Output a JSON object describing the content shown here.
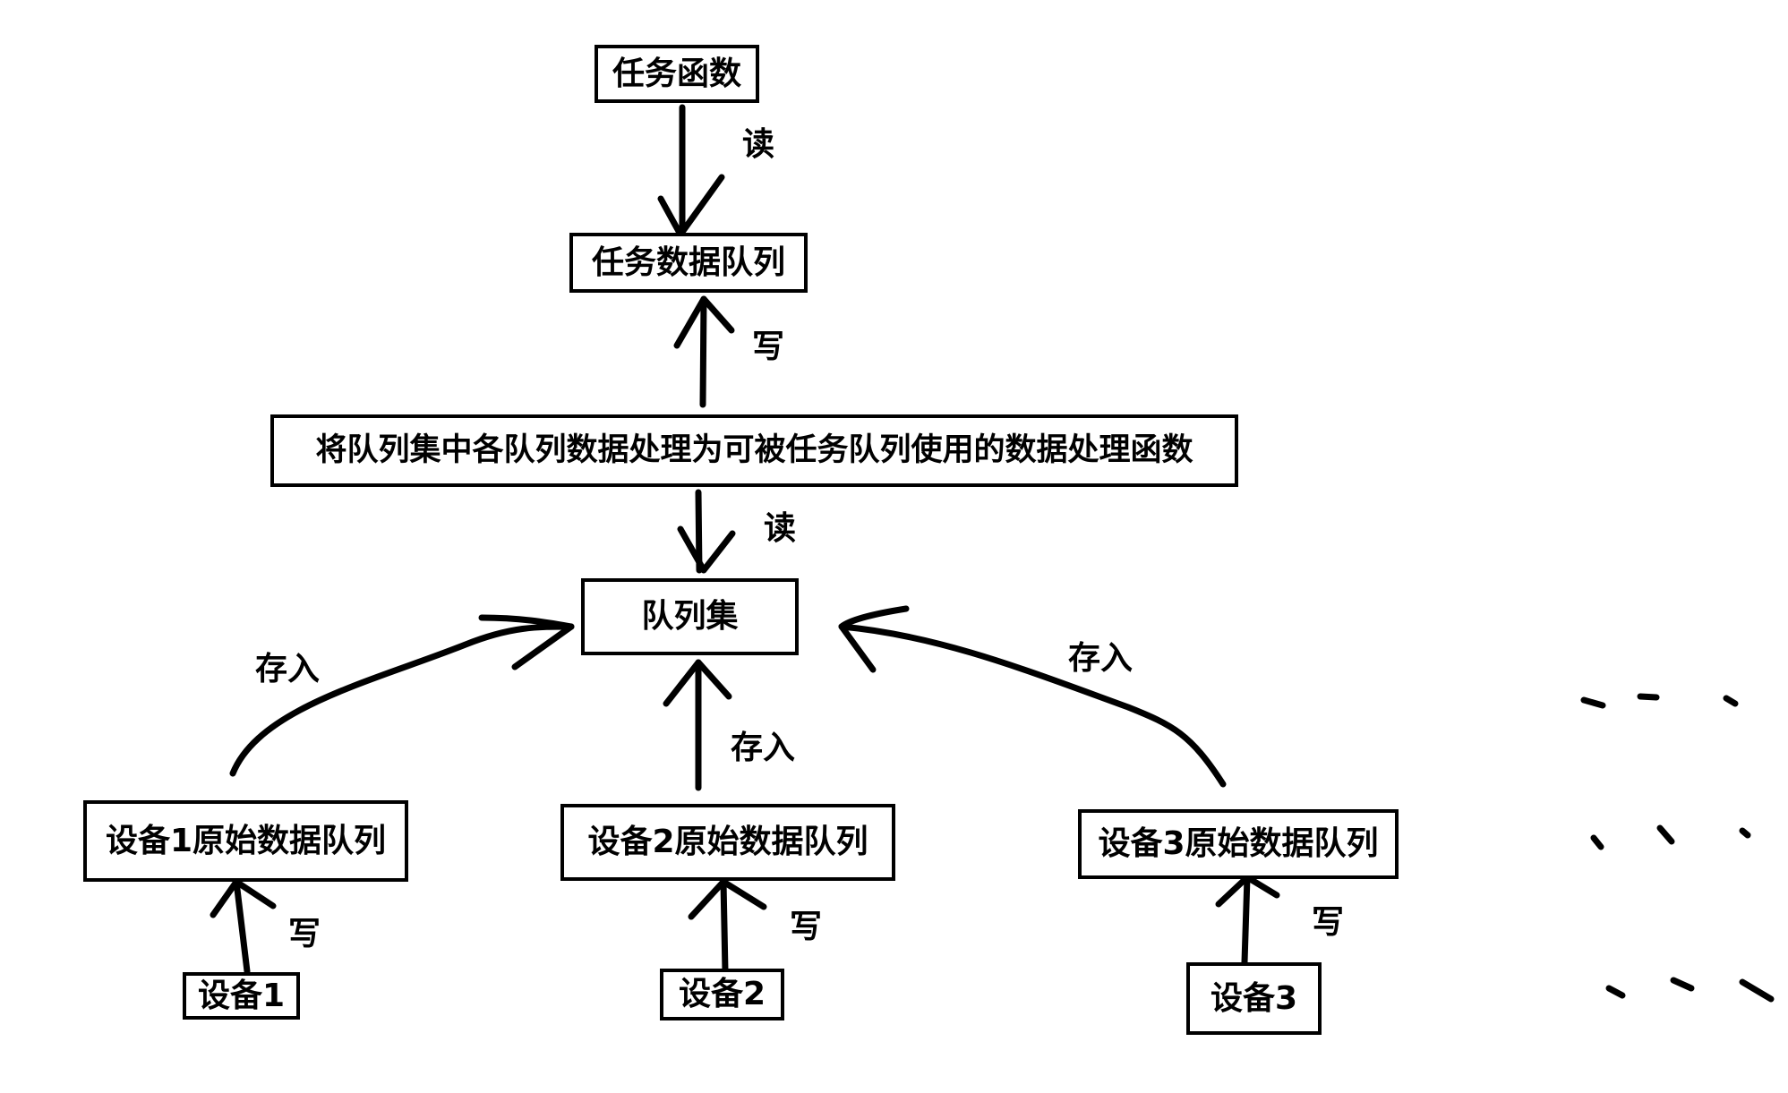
{
  "nodes": {
    "task_function": "任务函数",
    "task_data_queue": "任务数据队列",
    "processing_function": "将队列集中各队列数据处理为可被任务队列使用的数据处理函数",
    "queue_set": "队列集",
    "device1_raw_queue": "设备1原始数据队列",
    "device2_raw_queue": "设备2原始数据队列",
    "device3_raw_queue": "设备3原始数据队列",
    "device1": "设备1",
    "device2": "设备2",
    "device3": "设备3"
  },
  "edge_labels": {
    "read_top": "读",
    "write_top": "写",
    "read_middle": "读",
    "store_left": "存入",
    "store_center": "存入",
    "store_right": "存入",
    "write_device1": "写",
    "write_device2": "写",
    "write_device3": "写"
  },
  "colors": {
    "stroke": "#000000",
    "background": "#ffffff"
  }
}
